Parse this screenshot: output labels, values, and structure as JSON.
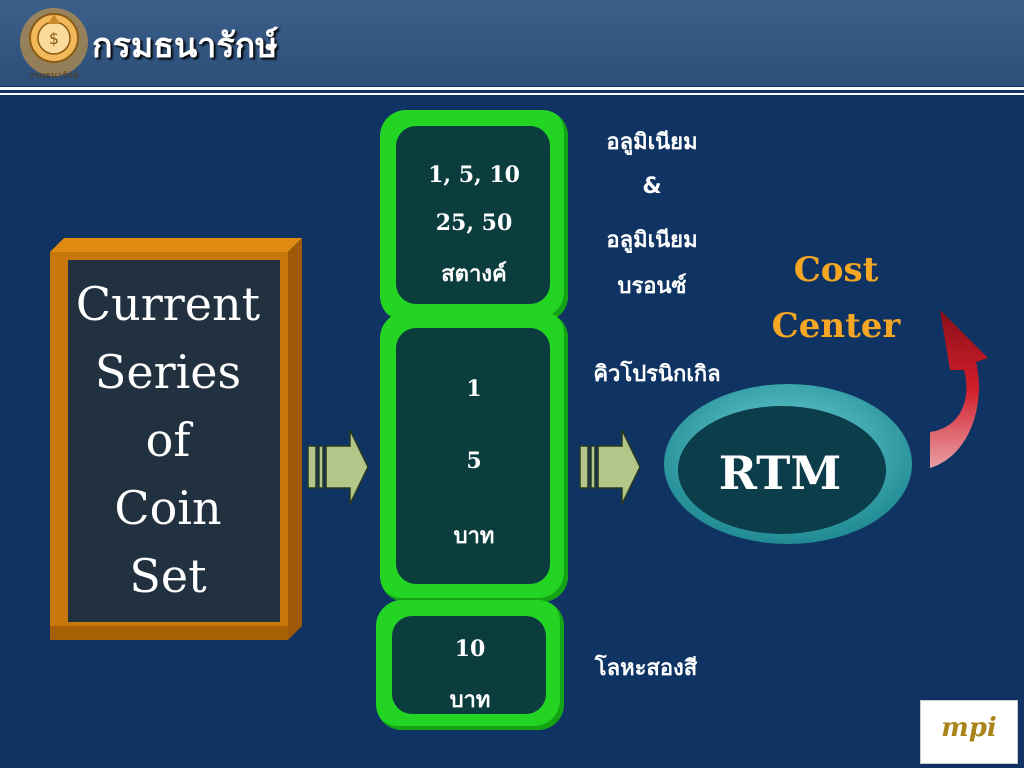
{
  "header": {
    "title": "กรมธนารักษ์",
    "logo_ring_text": "กรมธนารักษ์"
  },
  "series_box": {
    "text": "Current\nSeries\nof\nCoin\nSet"
  },
  "coin_groups": [
    {
      "lines": [
        "1, 5, 10",
        "25, 50",
        "สตางค์"
      ]
    },
    {
      "lines": [
        "1",
        "5",
        "บาท"
      ]
    },
    {
      "lines": [
        "10",
        "บาท"
      ]
    }
  ],
  "materials": {
    "group1": [
      "อลูมิเนียม",
      "&",
      "อลูมิเนียม",
      "บรอนซ์"
    ],
    "group2": "คิวโปรนิกเกิล",
    "group3": "โลหะสองสี"
  },
  "cost_center": [
    "Cost",
    "Center"
  ],
  "rtm": "RTM",
  "footer_logo": "mpi",
  "colors": {
    "background": "#0f3463",
    "green": "#23d423",
    "box_fill": "#0c3d3e",
    "orange_frame": "#c8780a",
    "cost_text": "#f5a623",
    "teal_ring": "#2aa1a8",
    "red_arrow": "#d21e2b",
    "arrow_fill": "#b4c68a"
  }
}
